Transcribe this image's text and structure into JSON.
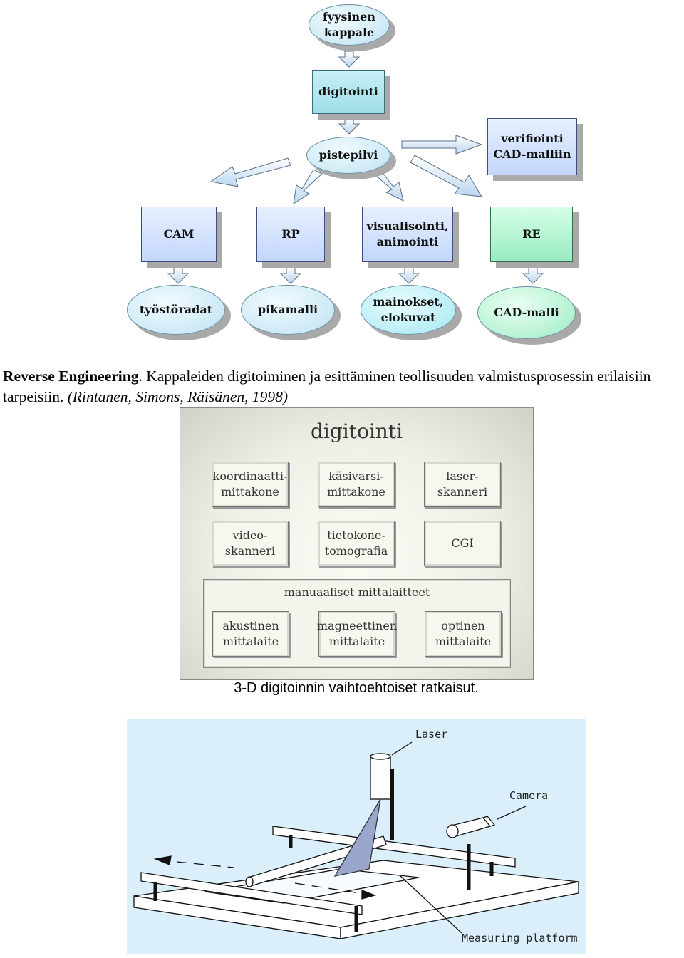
{
  "flowchart": {
    "fyysinen_kappale": "fyysinen\nkappale",
    "digitointi": "digitointi",
    "pistepilvi": "pistepilvi",
    "verifiointi": "verifiointi\nCAD-malliin",
    "cam": "CAM",
    "rp": "RP",
    "visualisointi": "visualisointi,\nanimointi",
    "re": "RE",
    "tyostoradat": "työstöradat",
    "pikamalli": "pikamalli",
    "mainokset": "mainokset,\nelokuvat",
    "cad_malli": "CAD-malli"
  },
  "caption1": {
    "bold": "Reverse Engineering",
    "text": ". Kappaleiden digitoiminen ja esittäminen teollisuuden valmistusprosessin erilaisiin tarpeisiin.",
    "italic": "(Rintanen, Simons, Räisänen, 1998)"
  },
  "digitointi_panel": {
    "title": "digitointi",
    "row1": [
      "koordinaatti-\nmittakone",
      "käsivarsi-\nmittakone",
      "laser-\nskanneri"
    ],
    "row2": [
      "video-\nskanneri",
      "tietokone-\ntomografia",
      "CGI"
    ],
    "manual_title": "manuaaliset mittalaitteet",
    "row3": [
      "akustinen\nmittalaite",
      "magneettinen\nmittalaite",
      "optinen\nmittalaite"
    ]
  },
  "caption2": "3-D digitoinnin vaihtoehtoiset ratkaisut.",
  "illustration": {
    "laser": "Laser",
    "camera": "Camera",
    "platform": "Measuring platform"
  }
}
